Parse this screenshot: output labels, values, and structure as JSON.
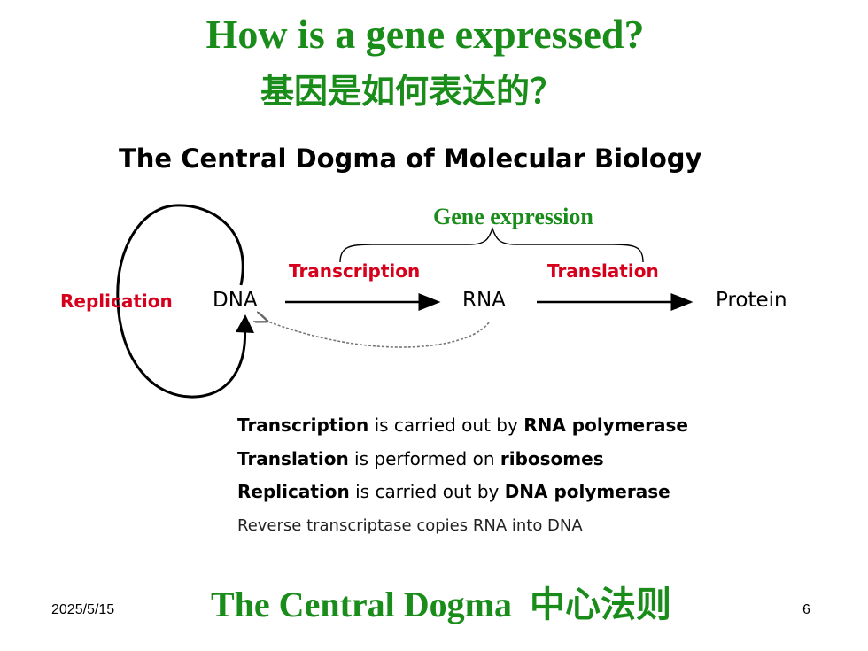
{
  "slide": {
    "title_en": "How is a gene expressed?",
    "title_zh": "基因是如何表达的？",
    "footer_title": "The Central Dogma  中心法则",
    "date": "2025/5/15",
    "page": "6"
  },
  "diagram": {
    "title": "The Central Dogma of Molecular Biology",
    "bracket_label": "Gene expression",
    "nodes": {
      "dna": "DNA",
      "rna": "RNA",
      "protein": "Protein"
    },
    "processes": {
      "replication": "Replication",
      "transcription": "Transcription",
      "translation": "Translation"
    },
    "colors": {
      "title_green": "#1a8c1a",
      "process_red": "#d6001c"
    }
  },
  "notes": [
    {
      "bold1": "Transcription",
      "text1": " is carried out by ",
      "bold2": "RNA polymerase"
    },
    {
      "bold1": "Translation",
      "text1": " is performed on ",
      "bold2": "ribosomes"
    },
    {
      "bold1": "Replication",
      "text1": " is carried out by ",
      "bold2": "DNA polymerase"
    },
    {
      "plain": "Reverse transcriptase copies RNA into DNA"
    }
  ]
}
